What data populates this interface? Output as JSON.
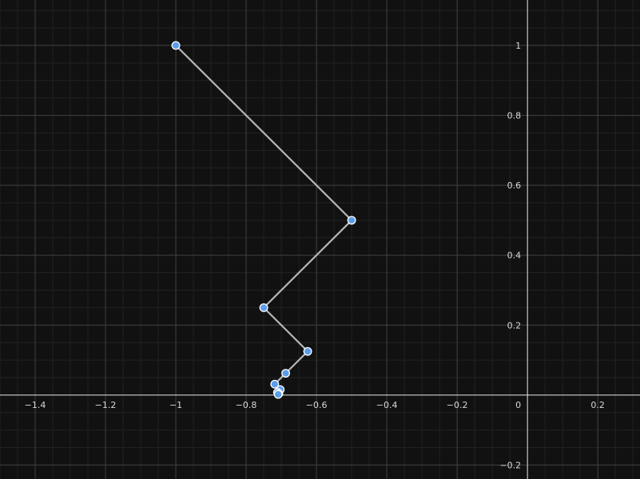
{
  "chart_data": {
    "type": "line",
    "title": "",
    "xlabel": "",
    "ylabel": "",
    "xlim": [
      -1.5,
      0.32
    ],
    "ylim": [
      -0.24,
      1.13
    ],
    "grid": true,
    "x_ticks": [
      -1.4,
      -1.2,
      -1,
      -0.8,
      -0.6,
      -0.4,
      -0.2,
      0,
      0.2
    ],
    "y_ticks": [
      -0.2,
      0.2,
      0.4,
      0.6,
      0.8,
      1
    ],
    "x_tick_labels": [
      "−1.4",
      "−1.2",
      "−1",
      "−0.8",
      "−0.6",
      "−0.4",
      "−0.2",
      "0",
      "0.2"
    ],
    "y_tick_labels": [
      "−0.2",
      "0.2",
      "0.4",
      "0.6",
      "0.8",
      "1"
    ],
    "series": [
      {
        "points": [
          {
            "x": -1.0,
            "y": 1.0
          },
          {
            "x": -0.5,
            "y": 0.5
          },
          {
            "x": -0.75,
            "y": 0.25
          },
          {
            "x": -0.625,
            "y": 0.125
          },
          {
            "x": -0.6875,
            "y": 0.0625
          },
          {
            "x": -0.71875,
            "y": 0.03125
          },
          {
            "x": -0.703125,
            "y": 0.015625
          },
          {
            "x": -0.7109375,
            "y": 0.0078125
          },
          {
            "x": -0.70703125,
            "y": 0.00390625
          },
          {
            "x": -0.708984375,
            "y": 0.001953125
          }
        ]
      }
    ],
    "colors": {
      "background": "#111111",
      "grid_major": "#3f3f3f",
      "grid_minor": "#222222",
      "axis": "#e6e6e6",
      "line": "#b5b5b5",
      "point_fill": "#5b9ee8",
      "point_stroke": "#ffffff"
    }
  }
}
